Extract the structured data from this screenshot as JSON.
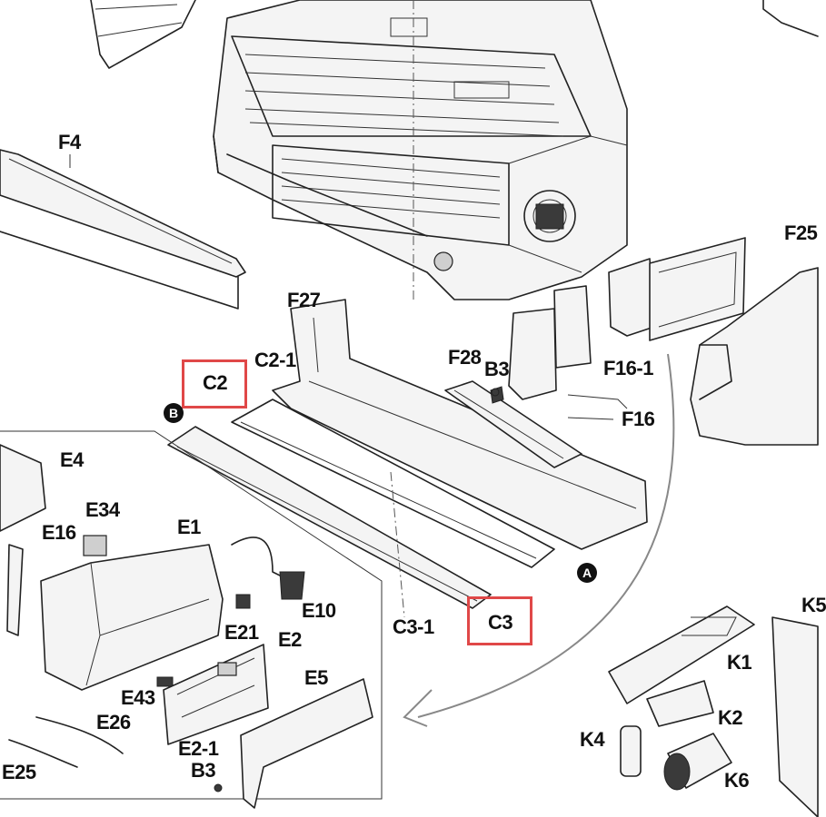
{
  "labels": {
    "F4": "F4",
    "C2": "C2",
    "C2_1": "C2-1",
    "F27": "F27",
    "F28": "F28",
    "B3_top": "B3",
    "F16_1": "F16-1",
    "F16": "F16",
    "F25": "F25",
    "E4": "E4",
    "E16": "E16",
    "E34": "E34",
    "E1": "E1",
    "E10": "E10",
    "E21": "E21",
    "E2": "E2",
    "E43": "E43",
    "E5": "E5",
    "E26": "E26",
    "E2_1": "E2-1",
    "B3_bottom": "B3",
    "E25": "E25",
    "C3_1": "C3-1",
    "C3": "C3",
    "K1": "K1",
    "K2": "K2",
    "K4": "K4",
    "K6": "K6",
    "K5": "K5"
  },
  "markers": {
    "A": "A",
    "B": "B"
  },
  "highlight_color": "#e04848"
}
